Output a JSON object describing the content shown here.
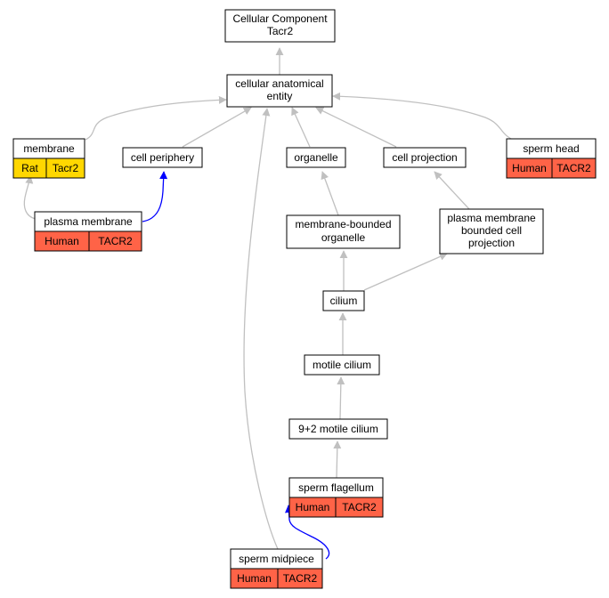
{
  "colors": {
    "node_fill": "#ffffff",
    "rat_fill": "#ffd700",
    "human_fill": "#ff6347",
    "edge_is_a": "#c0c0c0",
    "edge_part_of": "#0000ff"
  },
  "nodes": {
    "root": {
      "lines": [
        "Cellular Component",
        "Tacr2"
      ]
    },
    "cae": {
      "lines": [
        "cellular anatomical",
        "entity"
      ]
    },
    "membrane": {
      "lines": [
        "membrane"
      ],
      "annotations": [
        {
          "species": "Rat",
          "gene": "Tacr2"
        }
      ]
    },
    "cell_periphery": {
      "lines": [
        "cell periphery"
      ]
    },
    "organelle": {
      "lines": [
        "organelle"
      ]
    },
    "cell_projection": {
      "lines": [
        "cell projection"
      ]
    },
    "sperm_head": {
      "lines": [
        "sperm head"
      ],
      "annotations": [
        {
          "species": "Human",
          "gene": "TACR2"
        }
      ]
    },
    "plasma_membrane": {
      "lines": [
        "plasma membrane"
      ],
      "annotations": [
        {
          "species": "Human",
          "gene": "TACR2"
        }
      ]
    },
    "mbo": {
      "lines": [
        "membrane-bounded",
        "organelle"
      ]
    },
    "pmbcp": {
      "lines": [
        "plasma membrane",
        "bounded cell",
        "projection"
      ]
    },
    "cilium": {
      "lines": [
        "cilium"
      ]
    },
    "motile_cilium": {
      "lines": [
        "motile cilium"
      ]
    },
    "nine_two": {
      "lines": [
        "9+2 motile cilium"
      ]
    },
    "sperm_flagellum": {
      "lines": [
        "sperm flagellum"
      ],
      "annotations": [
        {
          "species": "Human",
          "gene": "TACR2"
        }
      ]
    },
    "sperm_midpiece": {
      "lines": [
        "sperm midpiece"
      ],
      "annotations": [
        {
          "species": "Human",
          "gene": "TACR2"
        }
      ]
    }
  }
}
